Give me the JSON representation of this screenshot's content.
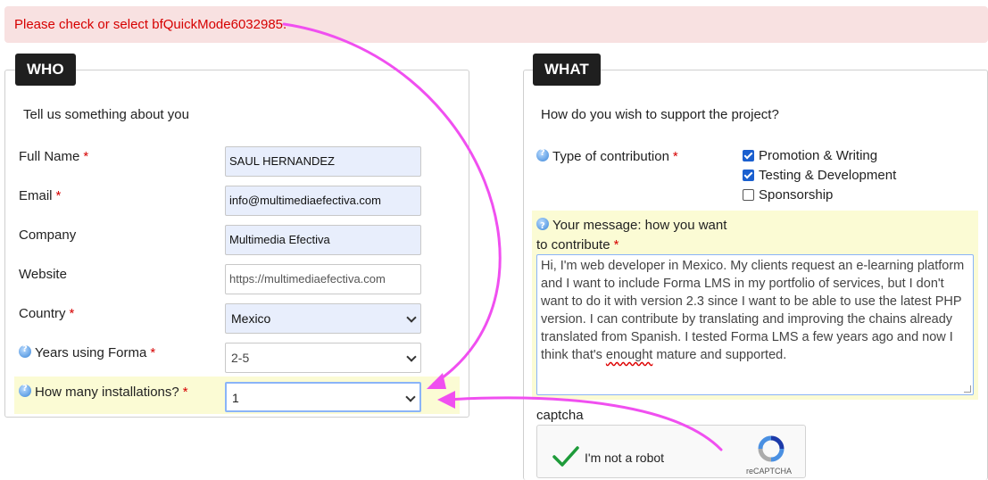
{
  "alert": {
    "message": "Please check or select bfQuickMode6032985."
  },
  "who": {
    "legend": "WHO",
    "intro": "Tell us something about you",
    "full_name": {
      "label": "Full Name",
      "required": "*",
      "value": "SAUL HERNANDEZ"
    },
    "email": {
      "label": "Email",
      "required": "*",
      "value": "info@multimediaefectiva.com"
    },
    "company": {
      "label": "Company",
      "value": "Multimedia Efectiva"
    },
    "website": {
      "label": "Website",
      "value": "https://multimediaefectiva.com"
    },
    "country": {
      "label": "Country",
      "required": "*",
      "value": "Mexico"
    },
    "years": {
      "label": "Years using Forma",
      "required": "*",
      "value": "2-5"
    },
    "installations": {
      "label": "How many installations?",
      "required": "*",
      "value": "1"
    }
  },
  "what": {
    "legend": "WHAT",
    "intro": "How do you wish to support the project?",
    "contribution": {
      "label": "Type of contribution",
      "required": "*",
      "options": [
        {
          "label": "Promotion & Writing",
          "checked": true
        },
        {
          "label": "Testing & Development",
          "checked": true
        },
        {
          "label": "Sponsorship",
          "checked": false
        }
      ]
    },
    "message": {
      "label_line1": "Your message: how you want",
      "label_line2": "to contribute",
      "required": "*",
      "text_before": "Hi, I'm web developer in Mexico. My clients request an e-learning platform and I want to include Forma LMS in my portfolio of services, but I don't want to do it with version 2.3 since I want to be able to use the latest PHP version. I can contribute by translating and improving the chains already translated from Spanish. I tested Forma LMS a few years ago and now I think that's ",
      "misspelled": "enought",
      "text_after": " mature and supported."
    },
    "captcha": {
      "label": "captcha",
      "checkbox_text": "I'm not a robot",
      "brand": "reCAPTCHA"
    }
  },
  "colors": {
    "alert_bg": "#f8e1e1",
    "alert_text": "#d60000",
    "annotation_arrow": "#f04ff0",
    "highlight": "#fbfbd4",
    "filled_field": "#e8eefc",
    "legend_bg": "#1f1f1f"
  }
}
